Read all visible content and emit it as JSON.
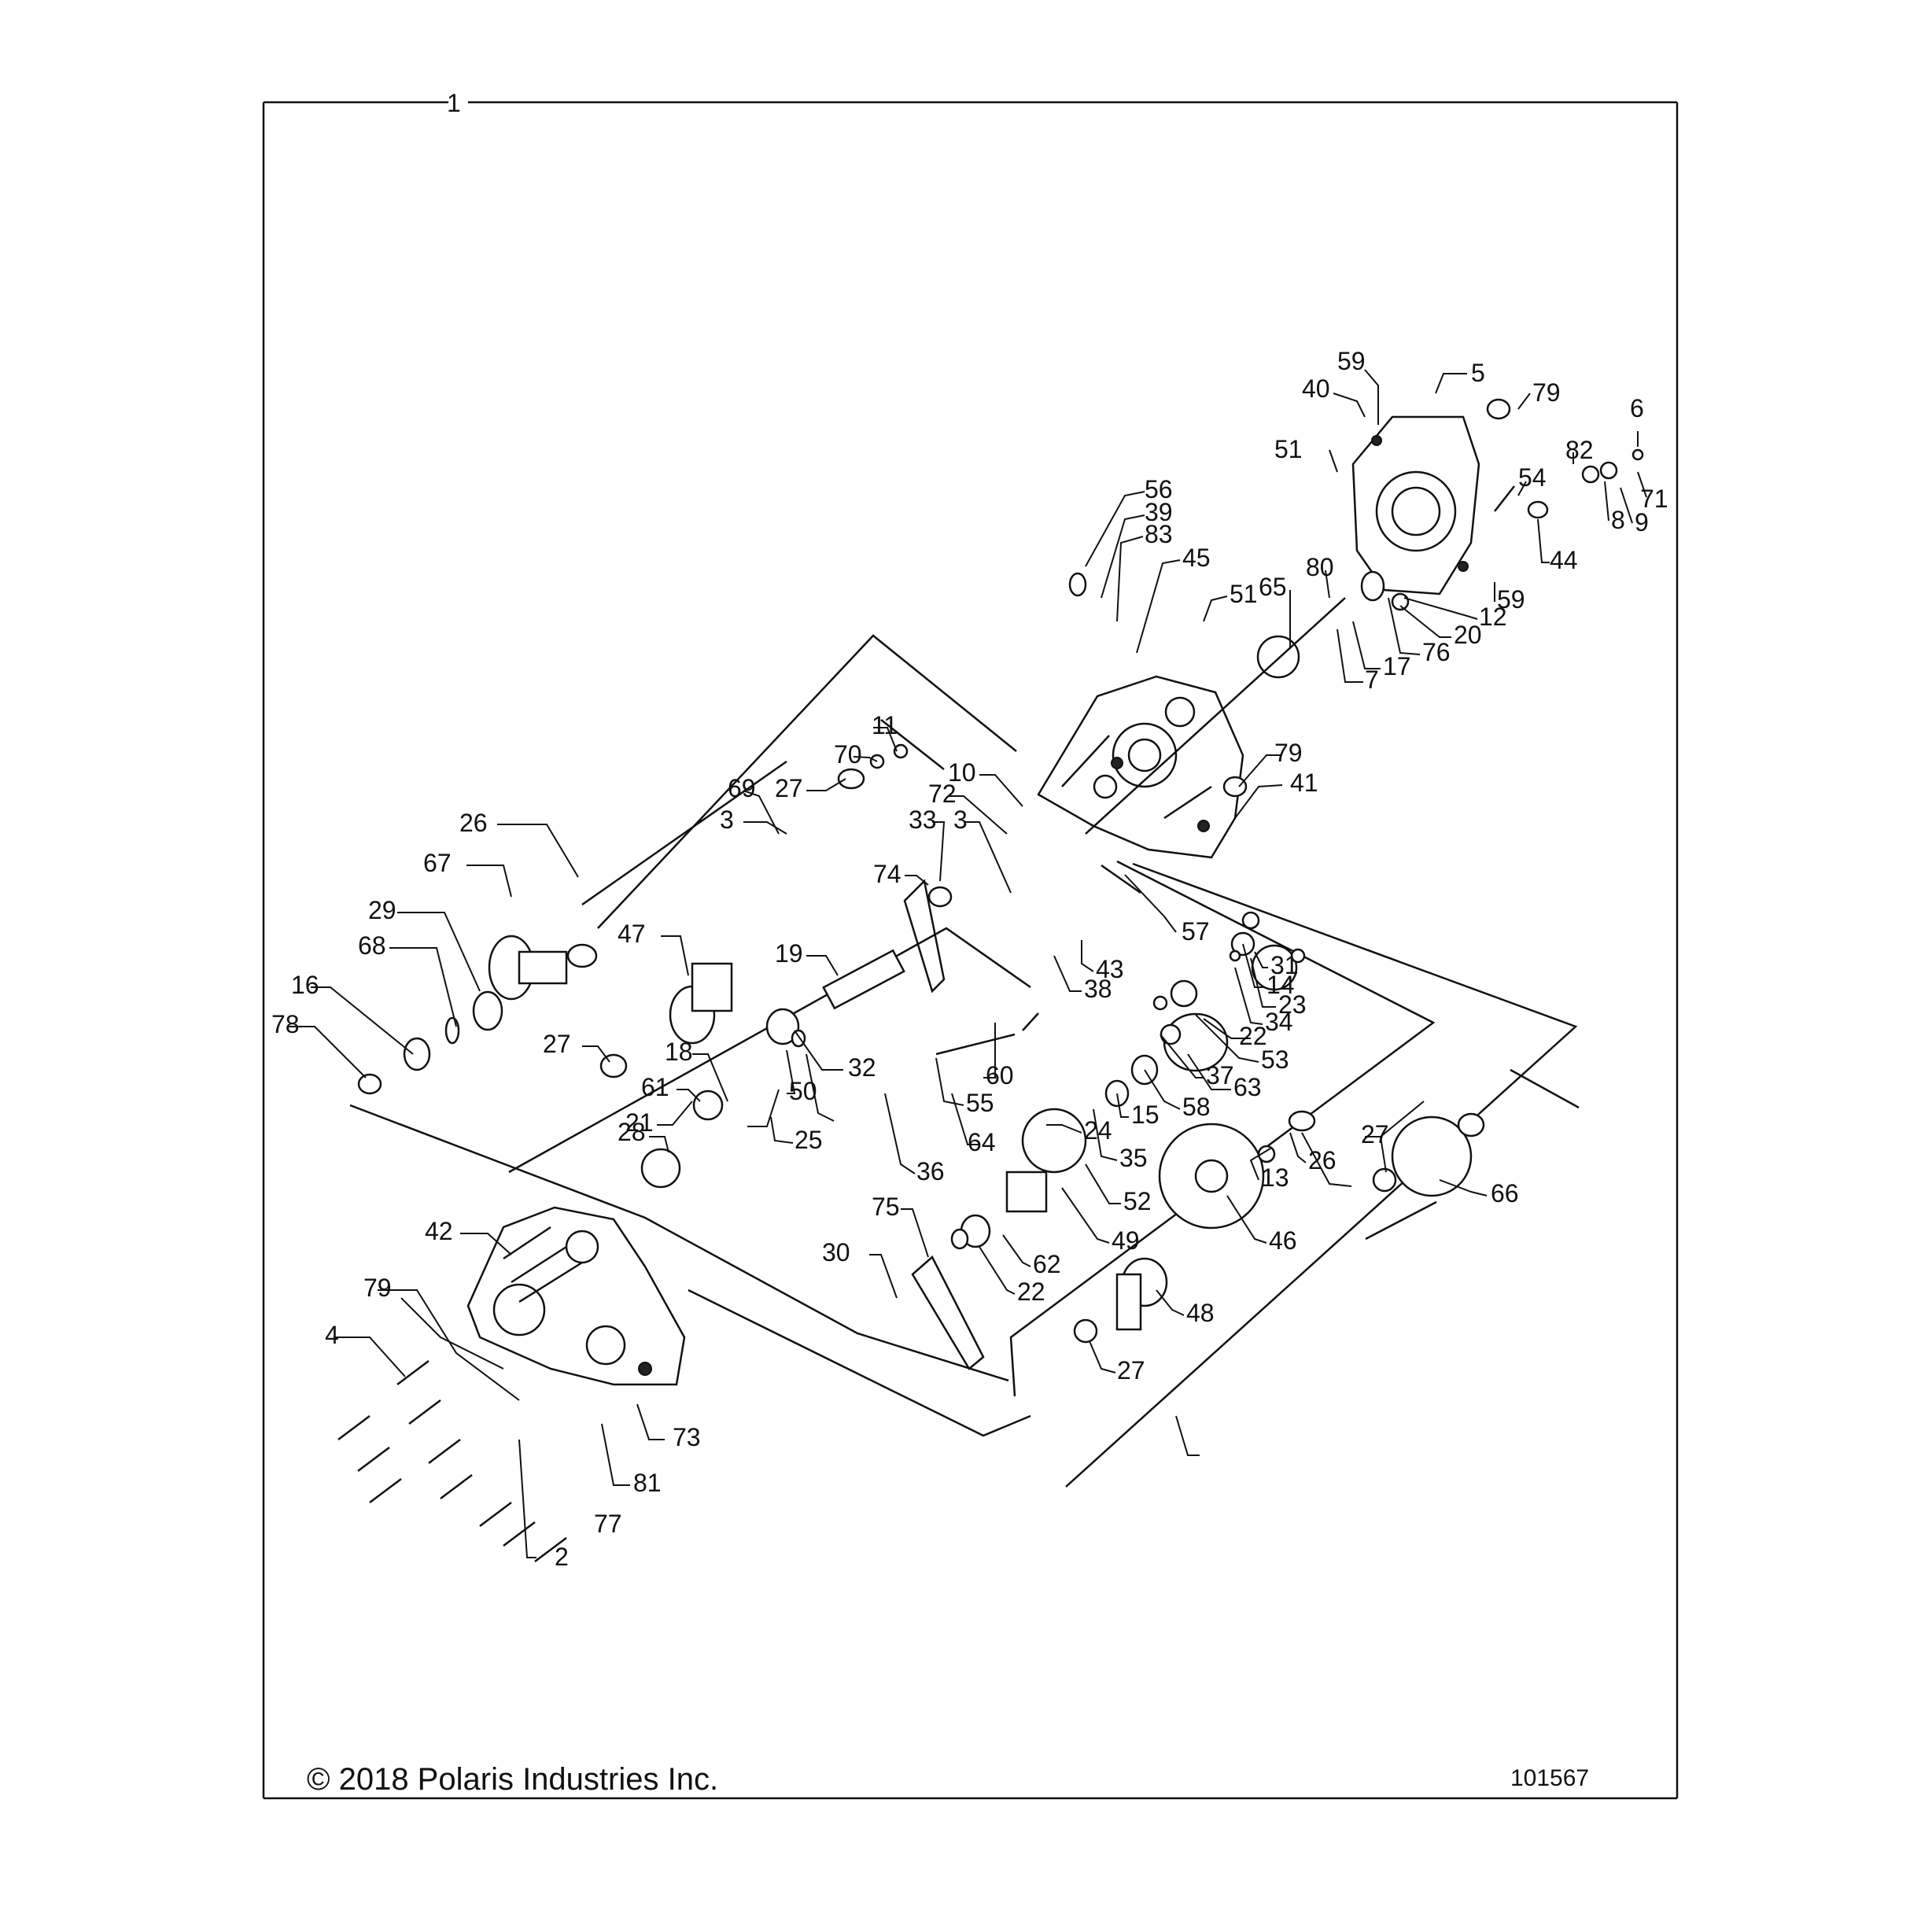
{
  "diagram": {
    "assembly_number": "1",
    "copyright": "© 2018 Polaris Industries Inc.",
    "drawing_number": "101567",
    "colors": {
      "ink": "#111111",
      "background": "#ffffff"
    },
    "callouts": [
      {
        "id": "c59a",
        "label": "59"
      },
      {
        "id": "c5",
        "label": "5"
      },
      {
        "id": "c79a",
        "label": "79"
      },
      {
        "id": "c6",
        "label": "6"
      },
      {
        "id": "c40",
        "label": "40"
      },
      {
        "id": "c82",
        "label": "82"
      },
      {
        "id": "c51a",
        "label": "51"
      },
      {
        "id": "c54",
        "label": "54"
      },
      {
        "id": "c71",
        "label": "71"
      },
      {
        "id": "c8",
        "label": "8"
      },
      {
        "id": "c9",
        "label": "9"
      },
      {
        "id": "c56",
        "label": "56"
      },
      {
        "id": "c39",
        "label": "39"
      },
      {
        "id": "c83",
        "label": "83"
      },
      {
        "id": "c44",
        "label": "44"
      },
      {
        "id": "c45",
        "label": "45"
      },
      {
        "id": "c80",
        "label": "80"
      },
      {
        "id": "c59b",
        "label": "59"
      },
      {
        "id": "c65",
        "label": "65"
      },
      {
        "id": "c12",
        "label": "12"
      },
      {
        "id": "c51b",
        "label": "51"
      },
      {
        "id": "c20",
        "label": "20"
      },
      {
        "id": "c76",
        "label": "76"
      },
      {
        "id": "c17",
        "label": "17"
      },
      {
        "id": "c7",
        "label": "7"
      },
      {
        "id": "c11",
        "label": "11"
      },
      {
        "id": "c79b",
        "label": "79"
      },
      {
        "id": "c70",
        "label": "70"
      },
      {
        "id": "c10",
        "label": "10"
      },
      {
        "id": "c41",
        "label": "41"
      },
      {
        "id": "c27a",
        "label": "27"
      },
      {
        "id": "c72",
        "label": "72"
      },
      {
        "id": "c69",
        "label": "69"
      },
      {
        "id": "c3a",
        "label": "3"
      },
      {
        "id": "c3b",
        "label": "3"
      },
      {
        "id": "c33",
        "label": "33"
      },
      {
        "id": "c26a",
        "label": "26"
      },
      {
        "id": "c67",
        "label": "67"
      },
      {
        "id": "c74",
        "label": "74"
      },
      {
        "id": "c57",
        "label": "57"
      },
      {
        "id": "c47",
        "label": "47"
      },
      {
        "id": "c29",
        "label": "29"
      },
      {
        "id": "c31",
        "label": "31"
      },
      {
        "id": "c19",
        "label": "19"
      },
      {
        "id": "c43",
        "label": "43"
      },
      {
        "id": "c14",
        "label": "14"
      },
      {
        "id": "c38",
        "label": "38"
      },
      {
        "id": "c68",
        "label": "68"
      },
      {
        "id": "c23",
        "label": "23"
      },
      {
        "id": "c16",
        "label": "16"
      },
      {
        "id": "c34",
        "label": "34"
      },
      {
        "id": "c78",
        "label": "78"
      },
      {
        "id": "c27b",
        "label": "27"
      },
      {
        "id": "c22a",
        "label": "22"
      },
      {
        "id": "c53",
        "label": "53"
      },
      {
        "id": "c32",
        "label": "32"
      },
      {
        "id": "c60",
        "label": "60"
      },
      {
        "id": "c18",
        "label": "18"
      },
      {
        "id": "c63",
        "label": "63"
      },
      {
        "id": "c37",
        "label": "37"
      },
      {
        "id": "c61",
        "label": "61"
      },
      {
        "id": "c50",
        "label": "50"
      },
      {
        "id": "c58",
        "label": "58"
      },
      {
        "id": "c55",
        "label": "55"
      },
      {
        "id": "c21",
        "label": "21"
      },
      {
        "id": "c27c",
        "label": "27"
      },
      {
        "id": "c25",
        "label": "25"
      },
      {
        "id": "c15",
        "label": "15"
      },
      {
        "id": "c28",
        "label": "28"
      },
      {
        "id": "c64",
        "label": "64"
      },
      {
        "id": "c24",
        "label": "24"
      },
      {
        "id": "c26b",
        "label": "26"
      },
      {
        "id": "c36",
        "label": "36"
      },
      {
        "id": "c35",
        "label": "35"
      },
      {
        "id": "c13",
        "label": "13"
      },
      {
        "id": "c66",
        "label": "66"
      },
      {
        "id": "c52",
        "label": "52"
      },
      {
        "id": "c75",
        "label": "75"
      },
      {
        "id": "c42",
        "label": "42"
      },
      {
        "id": "c49",
        "label": "49"
      },
      {
        "id": "c46",
        "label": "46"
      },
      {
        "id": "c30",
        "label": "30"
      },
      {
        "id": "c62",
        "label": "62"
      },
      {
        "id": "c22b",
        "label": "22"
      },
      {
        "id": "c79c",
        "label": "79"
      },
      {
        "id": "c48",
        "label": "48"
      },
      {
        "id": "c4",
        "label": "4"
      },
      {
        "id": "c27d",
        "label": "27"
      },
      {
        "id": "c73",
        "label": "73"
      },
      {
        "id": "c81",
        "label": "81"
      },
      {
        "id": "c77",
        "label": "77"
      },
      {
        "id": "c2",
        "label": "2"
      }
    ]
  }
}
